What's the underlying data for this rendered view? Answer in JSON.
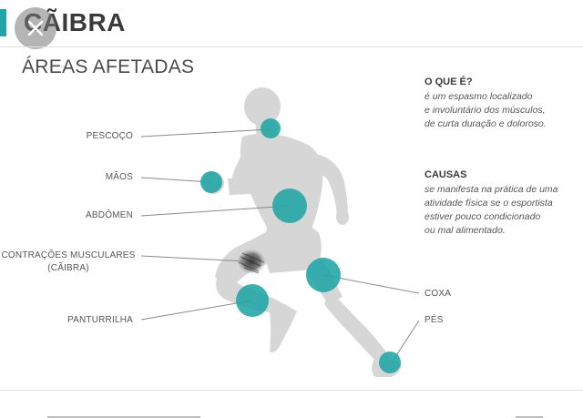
{
  "header": {
    "title": "CÃIBRA",
    "accent_color": "#1fa5a5"
  },
  "subtitle": "ÁREAS AFETADAS",
  "labels": {
    "pescoco": "PESCOÇO",
    "maos": "MÃOS",
    "abdomen": "ABDÔMEN",
    "contracoes_line1": "CONTRAÇÕES MUSCULARES",
    "contracoes_line2": "(CÃIBRA)",
    "panturrilha": "PANTURRILHA",
    "coxa": "COXA",
    "pes": "PÉS"
  },
  "info": {
    "what_heading": "O QUE É?",
    "what_lines": [
      "é um espasmo localizado",
      "e involuntário dos músculos,",
      "de curta duração e doloroso."
    ],
    "causes_heading": "CAUSAS",
    "causes_lines": [
      "se manifesta na prática de uma",
      "atividade física se o esportista",
      "estiver pouco condicionado",
      "ou mal alimentado."
    ]
  },
  "colors": {
    "marker": "#1fa5a5",
    "silhouette": "#d6d6d6",
    "text": "#4a4a4a"
  },
  "icons": {
    "close": "close-icon"
  }
}
